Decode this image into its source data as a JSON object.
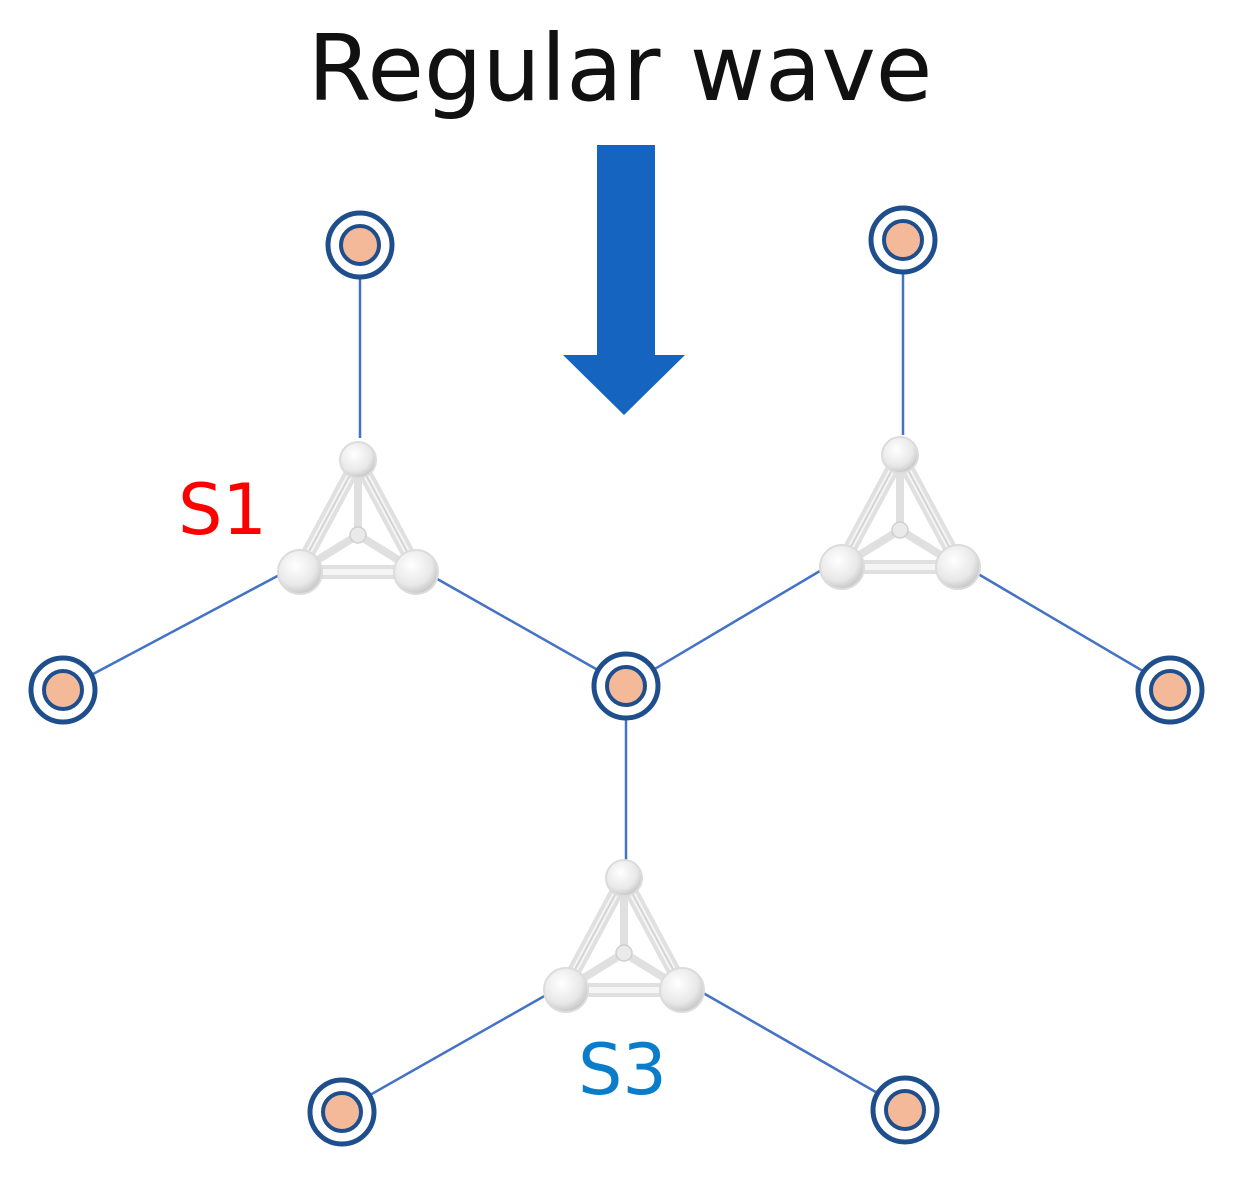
{
  "title": "Regular wave",
  "labels": {
    "s1": "S1",
    "s3": "S3"
  },
  "colors": {
    "arrow": "#1565c0",
    "mooring_line": "#4472c4",
    "anchor_ring": "#1f4e8c",
    "anchor_fill": "#f4b998",
    "s1_label": "#ff0000",
    "s3_label": "#0b7cc9",
    "platform": "#d9d9d9"
  },
  "icons": {
    "wave_direction": "down-arrow-icon",
    "anchor": "anchor-icon",
    "platform": "floating-platform-icon"
  }
}
